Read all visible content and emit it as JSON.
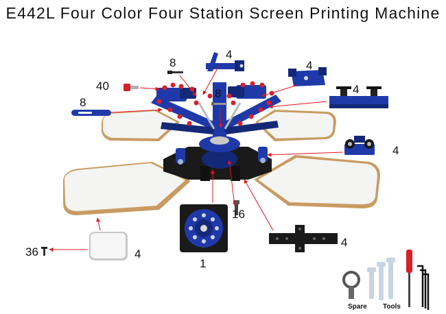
{
  "title": "E442L Four Color Four Station Screen Printing Machine",
  "colors": {
    "machine_blue": "#1f3aa8",
    "machine_blue_dark": "#142878",
    "knob_red": "#d8202a",
    "pallet_face": "#f4f4f2",
    "pallet_edge": "#c89b62",
    "arrow_red": "#e0141e",
    "base_black": "#1a1a1a"
  },
  "parts": [
    {
      "id": "bolt",
      "quantity": "8"
    },
    {
      "id": "tilted-clamp-arm",
      "quantity": "4"
    },
    {
      "id": "knob",
      "quantity": "40"
    },
    {
      "id": "linking-bolt",
      "quantity": "8"
    },
    {
      "id": "handle-bar",
      "quantity": "8"
    },
    {
      "id": "screen-holder-bracket",
      "quantity": "4"
    },
    {
      "id": "front-clamp",
      "quantity": "4"
    },
    {
      "id": "micro-registration-roller",
      "quantity": "4"
    },
    {
      "id": "base-hub",
      "quantity": "1"
    },
    {
      "id": "hex-bolt",
      "quantity": "16"
    },
    {
      "id": "pallet-arm",
      "quantity": "4"
    },
    {
      "id": "pallet",
      "quantity": "4"
    },
    {
      "id": "screw",
      "quantity": "36"
    }
  ],
  "accessories": {
    "spare_label": "Spare",
    "tools_label": "Tools"
  }
}
